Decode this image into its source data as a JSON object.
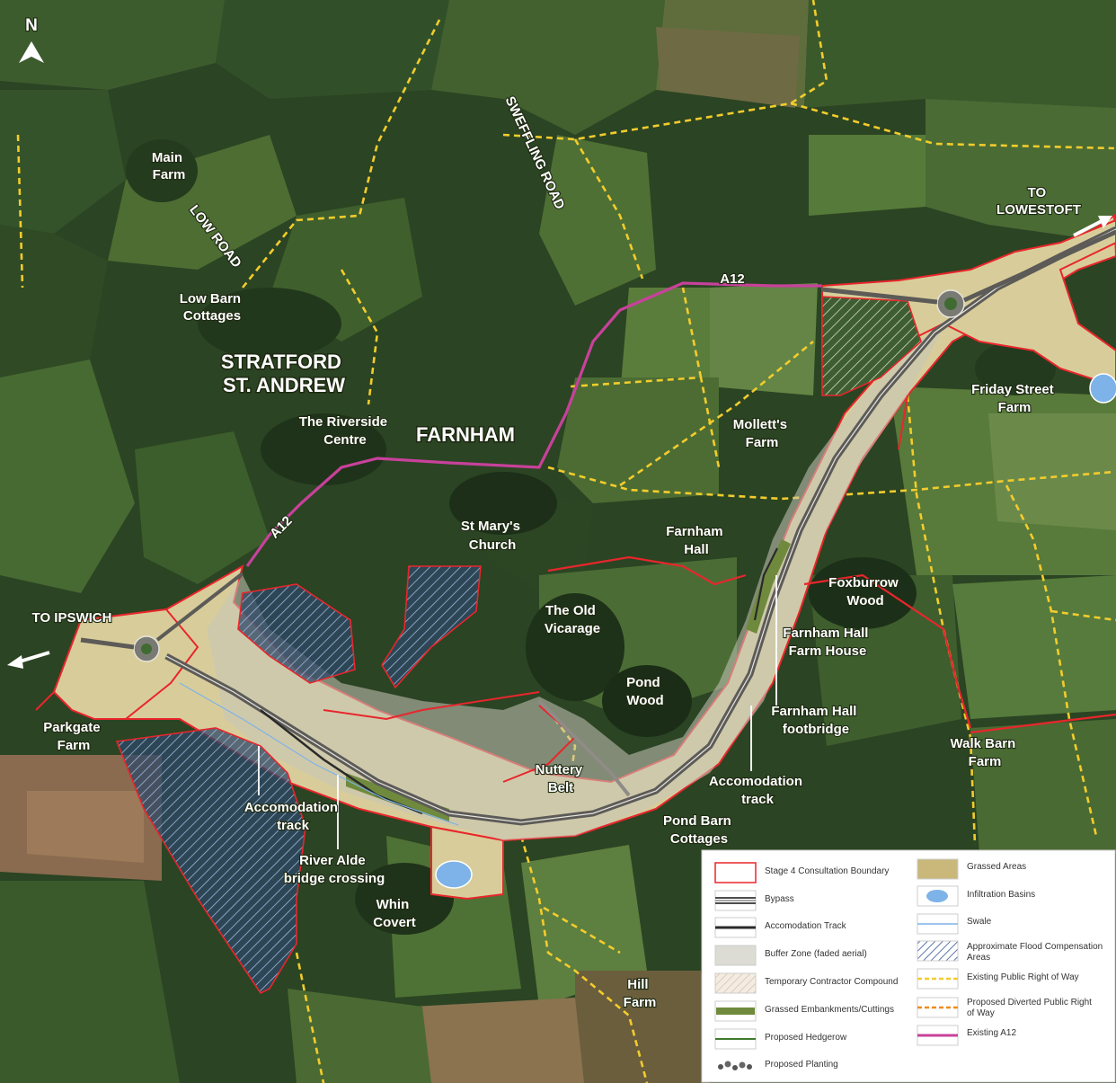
{
  "compass": {
    "label": "N"
  },
  "places": {
    "main_farm": [
      "Main",
      "Farm"
    ],
    "low_road": "LOW ROAD",
    "low_barn_cottages": [
      "Low Barn",
      "Cottages"
    ],
    "stratford": [
      "STRATFORD",
      "ST. ANDREW"
    ],
    "riverside_centre": [
      "The Riverside",
      "Centre"
    ],
    "farnham": "FARNHAM",
    "sweffling_road": "SWEFFLING ROAD",
    "to_lowestoft": [
      "TO",
      "LOWESTOFT"
    ],
    "a12_top": "A12",
    "a12_left": "A12",
    "friday_street_farm": [
      "Friday Street",
      "Farm"
    ],
    "molletts_farm": [
      "Mollett's",
      "Farm"
    ],
    "st_marys_church": [
      "St Mary's",
      "Church"
    ],
    "farnham_hall": [
      "Farnham",
      "Hall"
    ],
    "foxburrow_wood": [
      "Foxburrow",
      "Wood"
    ],
    "old_vicarage": [
      "The Old",
      "Vicarage"
    ],
    "farnham_hall_farm_house": [
      "Farnham Hall",
      "Farm House"
    ],
    "to_ipswich": "TO IPSWICH",
    "pond_wood": [
      "Pond",
      "Wood"
    ],
    "farnham_hall_footbridge": [
      "Farnham Hall",
      "footbridge"
    ],
    "parkgate_farm": [
      "Parkgate",
      "Farm"
    ],
    "walk_barn_farm": [
      "Walk Barn",
      "Farm"
    ],
    "nuttery_belt": [
      "Nuttery",
      "Belt"
    ],
    "accomodation_track_right": [
      "Accomodation",
      "track"
    ],
    "accomodation_track_left": [
      "Accomodation",
      "track"
    ],
    "pond_barn_cottages": [
      "Pond Barn",
      "Cottages"
    ],
    "river_alde": [
      "River Alde",
      "bridge crossing"
    ],
    "whin_covert": [
      "Whin",
      "Covert"
    ],
    "hill_farm": [
      "Hill",
      "Farm"
    ]
  },
  "legend": {
    "items": [
      {
        "key": "boundary",
        "label": "Stage 4 Consultation Boundary"
      },
      {
        "key": "bypass",
        "label": "Bypass"
      },
      {
        "key": "accom_track",
        "label": "Accomodation Track"
      },
      {
        "key": "buffer",
        "label": "Buffer Zone (faded aerial)"
      },
      {
        "key": "compound",
        "label": "Temporary Contractor Compound"
      },
      {
        "key": "embankment",
        "label": "Grassed Embankments/Cuttings"
      },
      {
        "key": "hedgerow",
        "label": "Proposed Hedgerow"
      },
      {
        "key": "planting",
        "label": "Proposed Planting"
      },
      {
        "key": "grassed",
        "label": "Grassed Areas"
      },
      {
        "key": "basins",
        "label": "Infiltration Basins"
      },
      {
        "key": "swale",
        "label": "Swale"
      },
      {
        "key": "flood",
        "label": [
          "Approximate Flood Compensation",
          "Areas"
        ]
      },
      {
        "key": "prow",
        "label": "Existing Public Right of Way"
      },
      {
        "key": "diverted",
        "label": [
          "Proposed Diverted Public Right",
          "of Way"
        ]
      },
      {
        "key": "a12",
        "label": "Existing A12"
      }
    ]
  },
  "colors": {
    "boundary": "#e8262c",
    "a12": "#c8419b",
    "prow": "#f2cc2c",
    "diverted": "#f08c1e",
    "grassed": "#d8cd9a",
    "flood": "#2f4f8f",
    "basin": "#7db3e8",
    "field_dark": "#233a1e",
    "field_mid": "#3a5a2b",
    "field_light": "#55743b"
  }
}
